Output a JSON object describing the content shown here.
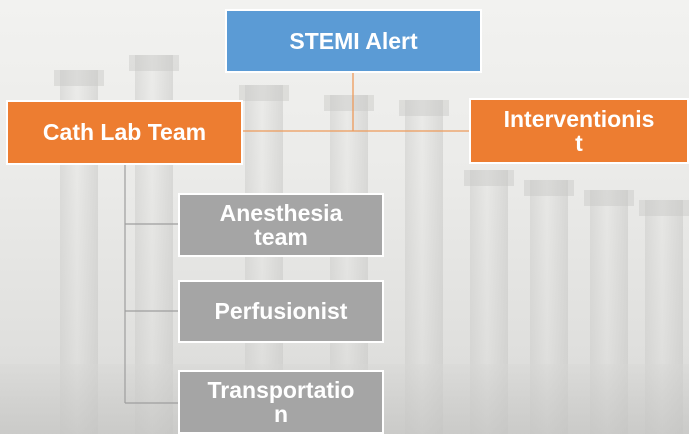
{
  "diagram": {
    "root": {
      "label": "STEMI Alert",
      "color": "#5b9bd5"
    },
    "assistants": [
      {
        "label": "Cath Lab Team",
        "color": "#ed7d31"
      },
      {
        "label": "Interventionis\nt",
        "color": "#ed7d31"
      }
    ],
    "children": [
      {
        "label": "Anesthesia\nteam",
        "color": "#a5a5a5"
      },
      {
        "label": "Perfusionist",
        "color": "#a5a5a5"
      },
      {
        "label": "Transportatio\nn",
        "color": "#a5a5a5"
      }
    ],
    "connector_color": "#ed9a5a"
  }
}
